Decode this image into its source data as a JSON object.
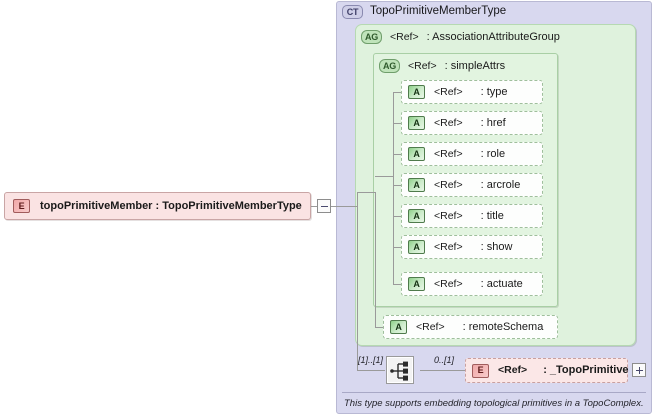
{
  "diagram": {
    "root_element": {
      "badge": "E",
      "badge_name": "element-icon",
      "label": "topoPrimitiveMember  :  TopoPrimitiveMemberType",
      "collapse_button": "−"
    },
    "complex_type": {
      "badge": "CT",
      "badge_name": "complextype-icon",
      "title": "TopoPrimitiveMemberType",
      "caption": "This type supports embedding topological primitives in a TopoComplex."
    },
    "attribute_group_outer": {
      "badge": "AG",
      "badge_name": "attributegroup-icon",
      "ref": "<Ref>",
      "name": ":  AssociationAttributeGroup"
    },
    "attribute_group_inner": {
      "badge": "AG",
      "badge_name": "attributegroup-icon",
      "ref": "<Ref>",
      "name": ":  simpleAttrs"
    },
    "attributes": [
      {
        "badge": "A",
        "ref": "<Ref>",
        "name": ":  type"
      },
      {
        "badge": "A",
        "ref": "<Ref>",
        "name": ":  href"
      },
      {
        "badge": "A",
        "ref": "<Ref>",
        "name": ":  role"
      },
      {
        "badge": "A",
        "ref": "<Ref>",
        "name": ":  arcrole"
      },
      {
        "badge": "A",
        "ref": "<Ref>",
        "name": ":  title"
      },
      {
        "badge": "A",
        "ref": "<Ref>",
        "name": ":  show"
      },
      {
        "badge": "A",
        "ref": "<Ref>",
        "name": ":  actuate"
      }
    ],
    "remote_schema_attribute": {
      "badge": "A",
      "ref": "<Ref>",
      "name": ":  remoteSchema"
    },
    "sequence": {
      "cardinality": "[1]..[1]",
      "icon_name": "sequence-compositor-icon",
      "child": {
        "cardinality": "0..[1]",
        "badge": "E",
        "badge_name": "element-icon",
        "ref": "<Ref>",
        "name": ":  _TopoPrimitive",
        "expand_button": "+"
      }
    }
  },
  "colors": {
    "complextype_panel": "#d8d8ef",
    "attributegroup_panel": "#dff2dd",
    "element_box": "#fae3e3",
    "attribute_box": "#fdfefd",
    "connector_line": "#9a9a9a"
  }
}
